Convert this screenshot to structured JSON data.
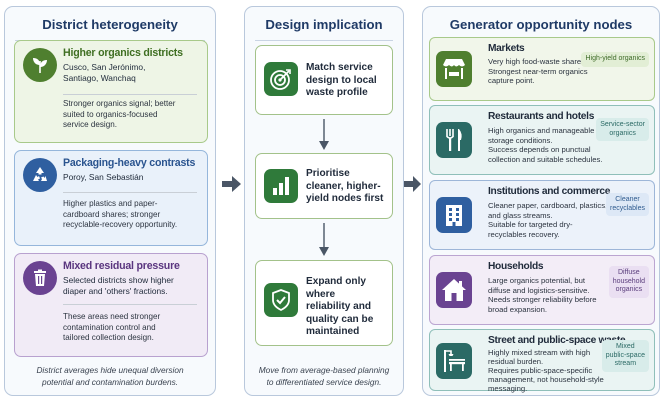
{
  "panel_left": {
    "title": "District heterogeneity",
    "cards": [
      {
        "title": "Higher organics districts",
        "subtitle": [
          "Cusco, San Jerónimo,",
          "Santiago, Wanchaq"
        ],
        "body": [
          "Stronger organics signal; better",
          "suited to organics-focused",
          "service design."
        ],
        "icon": "leaf-icon",
        "color": "#4f7f2f"
      },
      {
        "title": "Packaging-heavy contrasts",
        "subtitle": [
          "Poroy, San Sebastián"
        ],
        "body": [
          "Higher plastics and paper-",
          "cardboard shares; stronger",
          "recyclable-recovery opportunity."
        ],
        "icon": "recycle-icon",
        "color": "#2f5fa0"
      },
      {
        "title": "Mixed residual pressure",
        "subtitle": [
          "Selected districts show higher",
          "diaper and 'others' fractions."
        ],
        "body": [
          "These areas need stronger",
          "contamination control and",
          "tailored collection design."
        ],
        "icon": "trash-bin-icon",
        "color": "#6a4391"
      }
    ],
    "footer": [
      "District averages hide unequal diversion",
      "potential and contamination burdens."
    ]
  },
  "panel_middle": {
    "title": "Design implication",
    "steps": [
      {
        "text": [
          "Match service",
          "design to local",
          "waste profile"
        ],
        "icon": "target-icon"
      },
      {
        "text": [
          "Prioritise",
          "cleaner, higher-",
          "yield nodes first"
        ],
        "icon": "bar-chart-icon"
      },
      {
        "text": [
          "Expand only where",
          "reliability and",
          "quality can be",
          "maintained"
        ],
        "icon": "shield-check-icon"
      }
    ],
    "footer": [
      "Move from average-based planning",
      "to differentiated service design."
    ]
  },
  "panel_right": {
    "title": "Generator opportunity nodes",
    "nodes": [
      {
        "title": "Markets",
        "body": [
          "Very high food-waste share.",
          "Strongest near-term organics",
          "capture point."
        ],
        "tag": [
          "High-yield organics"
        ],
        "icon": "market-stall-icon"
      },
      {
        "title": "Restaurants and hotels",
        "body": [
          "High organics and manageable",
          "storage conditions.",
          "Success depends on punctual",
          "collection and suitable schedules."
        ],
        "tag": [
          "Service-sector",
          "organics"
        ],
        "icon": "fork-knife-icon"
      },
      {
        "title": "Institutions and commerce",
        "body": [
          "Cleaner paper, cardboard, plastics,",
          "and glass streams.",
          "Suitable for targeted dry-",
          "recyclables recovery."
        ],
        "tag": [
          "Cleaner",
          "recyclables"
        ],
        "icon": "building-icon"
      },
      {
        "title": "Households",
        "body": [
          "Large organics potential, but",
          "diffuse and logistics-sensitive.",
          "Needs stronger reliability before",
          "broad expansion."
        ],
        "tag": [
          "Diffuse",
          "household",
          "organics"
        ],
        "icon": "house-icon"
      },
      {
        "title": "Street and public-space waste",
        "body": [
          "Highly mixed stream with high",
          "residual burden.",
          "Requires public-space-specific",
          "management, not household-style",
          "messaging."
        ],
        "tag": [
          "Mixed",
          "public-space",
          "stream"
        ],
        "icon": "bench-lamp-icon"
      }
    ]
  },
  "colors": {
    "title_navy": "#1f3a66",
    "green": "#4f7f2f",
    "blue": "#2f5fa0",
    "purple": "#6a4391",
    "teal": "#2b6a65",
    "arrow": "#4a5666"
  }
}
